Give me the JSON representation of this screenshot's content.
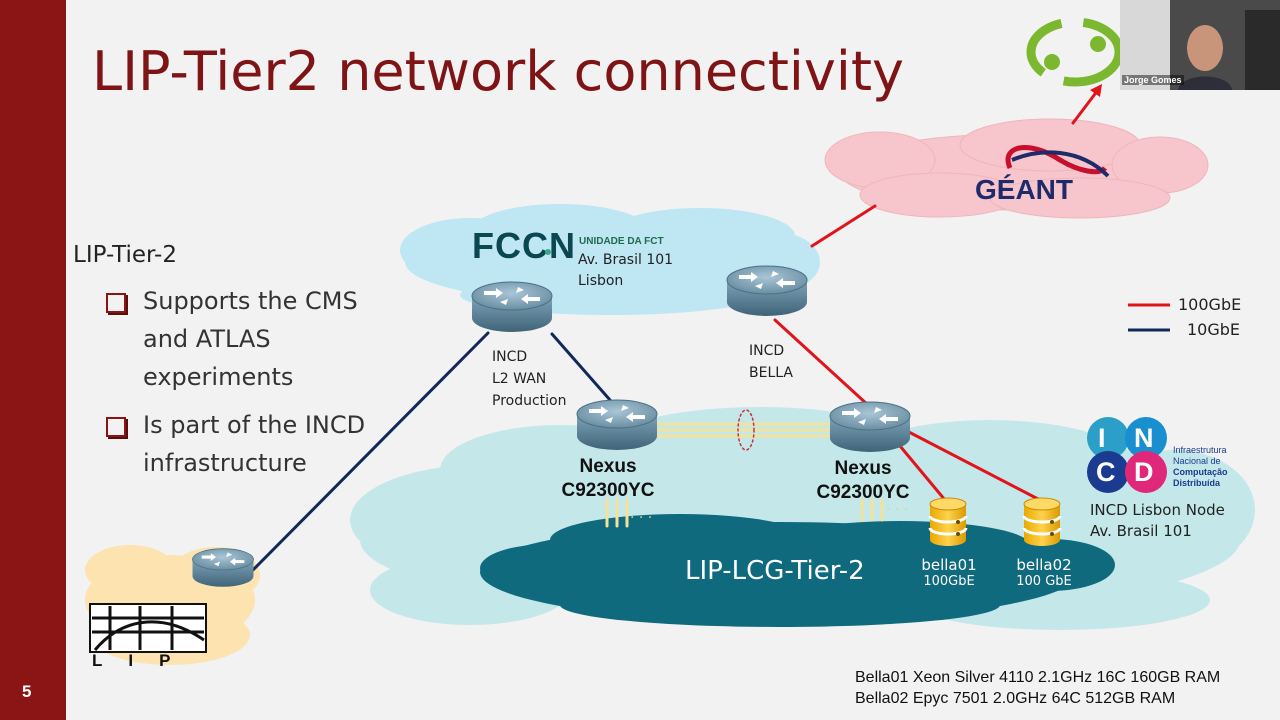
{
  "slide": {
    "title": "LIP-Tier2 network connectivity",
    "page_number": "5"
  },
  "bullets": {
    "heading": "LIP-Tier-2",
    "items": [
      "Supports the CMS and  ATLAS experiments",
      "Is part of the INCD infrastructure"
    ]
  },
  "diagram": {
    "fccn": {
      "logo_text": "FCCN",
      "subtitle": "UNIDADE DA FCT",
      "address_line1": "Av. Brasil 101",
      "address_line2": "Lisbon"
    },
    "geant": {
      "logo_text": "GÉANT"
    },
    "links": {
      "incd_l2": [
        "INCD",
        "L2 WAN",
        "Production"
      ],
      "incd_bella": [
        "INCD",
        "BELLA"
      ]
    },
    "nexus_left": {
      "line1": "Nexus",
      "line2": "C92300YC"
    },
    "nexus_right": {
      "line1": "Nexus",
      "line2": "C92300YC"
    },
    "tier2_label": "LIP-LCG-Tier-2",
    "bella01": {
      "name": "bella01",
      "speed": "100GbE"
    },
    "bella02": {
      "name": "bella02",
      "speed": "100 GbE"
    },
    "incd": {
      "letters": [
        "I",
        "N",
        "C",
        "D"
      ],
      "desc_line1": "Infraestrutura",
      "desc_line2": "Nacional de",
      "desc_line3": "Computação",
      "desc_line4": "Distribuída",
      "node_line1": "INCD Lisbon Node",
      "node_line2": "Av. Brasil 101"
    },
    "lip_logo_text": "LIP",
    "legend": [
      {
        "label": "100GbE",
        "color": "#e0141a"
      },
      {
        "label": "10GbE",
        "color": "#12285a"
      }
    ]
  },
  "specs": [
    "Bella01 Xeon Silver 4110 2.1GHz 16C 160GB RAM",
    "Bella02 Epyc 7501 2.0GHz 64C 512GB RAM"
  ],
  "webcam": {
    "name": "Jorge Gomes"
  },
  "colors": {
    "accent": "#8b1414",
    "title": "#7f1416",
    "link_100g": "#e0141a",
    "link_10g": "#12285a",
    "cloud_fccn": "#bfe6f3",
    "cloud_geant": "#f6c6cc",
    "cloud_incd": "#c4e8ea",
    "cloud_tier2": "#0f6a7e"
  }
}
